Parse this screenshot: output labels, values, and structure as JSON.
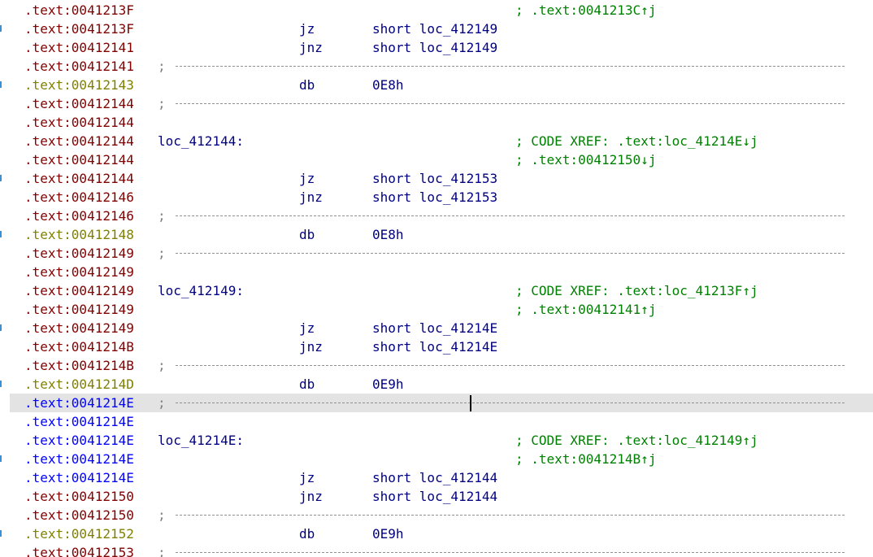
{
  "lines": [
    {
      "addr": ".text:0041213F",
      "kind": "code",
      "comment": "; .text:0041213C↑j"
    },
    {
      "addr": ".text:0041213F",
      "kind": "code",
      "mnem": "jz",
      "oper": "short loc_412149"
    },
    {
      "addr": ".text:00412141",
      "kind": "code",
      "mnem": "jnz",
      "oper": "short loc_412149"
    },
    {
      "addr": ".text:00412141",
      "kind": "code",
      "sep": ";"
    },
    {
      "addr": ".text:00412143",
      "kind": "data",
      "mnem": "db",
      "oper": "0E8h"
    },
    {
      "addr": ".text:00412144",
      "kind": "code",
      "sep": ";"
    },
    {
      "addr": ".text:00412144",
      "kind": "code"
    },
    {
      "addr": ".text:00412144",
      "kind": "code",
      "label": "loc_412144:",
      "comment": "; CODE XREF: .text:loc_41214E↓j"
    },
    {
      "addr": ".text:00412144",
      "kind": "code",
      "comment": "; .text:00412150↓j"
    },
    {
      "addr": ".text:00412144",
      "kind": "code",
      "mnem": "jz",
      "oper": "short loc_412153"
    },
    {
      "addr": ".text:00412146",
      "kind": "code",
      "mnem": "jnz",
      "oper": "short loc_412153"
    },
    {
      "addr": ".text:00412146",
      "kind": "code",
      "sep": ";"
    },
    {
      "addr": ".text:00412148",
      "kind": "data",
      "mnem": "db",
      "oper": "0E8h"
    },
    {
      "addr": ".text:00412149",
      "kind": "code",
      "sep": ";"
    },
    {
      "addr": ".text:00412149",
      "kind": "code"
    },
    {
      "addr": ".text:00412149",
      "kind": "code",
      "label": "loc_412149:",
      "comment": "; CODE XREF: .text:loc_41213F↑j"
    },
    {
      "addr": ".text:00412149",
      "kind": "code",
      "comment": "; .text:00412141↑j"
    },
    {
      "addr": ".text:00412149",
      "kind": "code",
      "mnem": "jz",
      "oper": "short loc_41214E"
    },
    {
      "addr": ".text:0041214B",
      "kind": "code",
      "mnem": "jnz",
      "oper": "short loc_41214E"
    },
    {
      "addr": ".text:0041214B",
      "kind": "code",
      "sep": ";"
    },
    {
      "addr": ".text:0041214D",
      "kind": "data",
      "mnem": "db",
      "oper": "0E9h"
    },
    {
      "addr": ".text:0041214E",
      "kind": "sel",
      "sep": ";",
      "selected": true
    },
    {
      "addr": ".text:0041214E",
      "kind": "sel"
    },
    {
      "addr": ".text:0041214E",
      "kind": "sel",
      "label": "loc_41214E:",
      "comment": "; CODE XREF: .text:loc_412149↑j"
    },
    {
      "addr": ".text:0041214E",
      "kind": "sel",
      "comment": "; .text:0041214B↑j"
    },
    {
      "addr": ".text:0041214E",
      "kind": "sel",
      "mnem": "jz",
      "oper": "short loc_412144"
    },
    {
      "addr": ".text:00412150",
      "kind": "code",
      "mnem": "jnz",
      "oper": "short loc_412144"
    },
    {
      "addr": ".text:00412150",
      "kind": "code",
      "sep": ";"
    },
    {
      "addr": ".text:00412152",
      "kind": "data",
      "mnem": "db",
      "oper": "0E9h"
    },
    {
      "addr": ".text:00412153",
      "kind": "code",
      "sep": ";"
    }
  ],
  "gutter_marks": [
    1,
    4,
    9,
    12,
    17,
    20,
    24,
    28
  ]
}
